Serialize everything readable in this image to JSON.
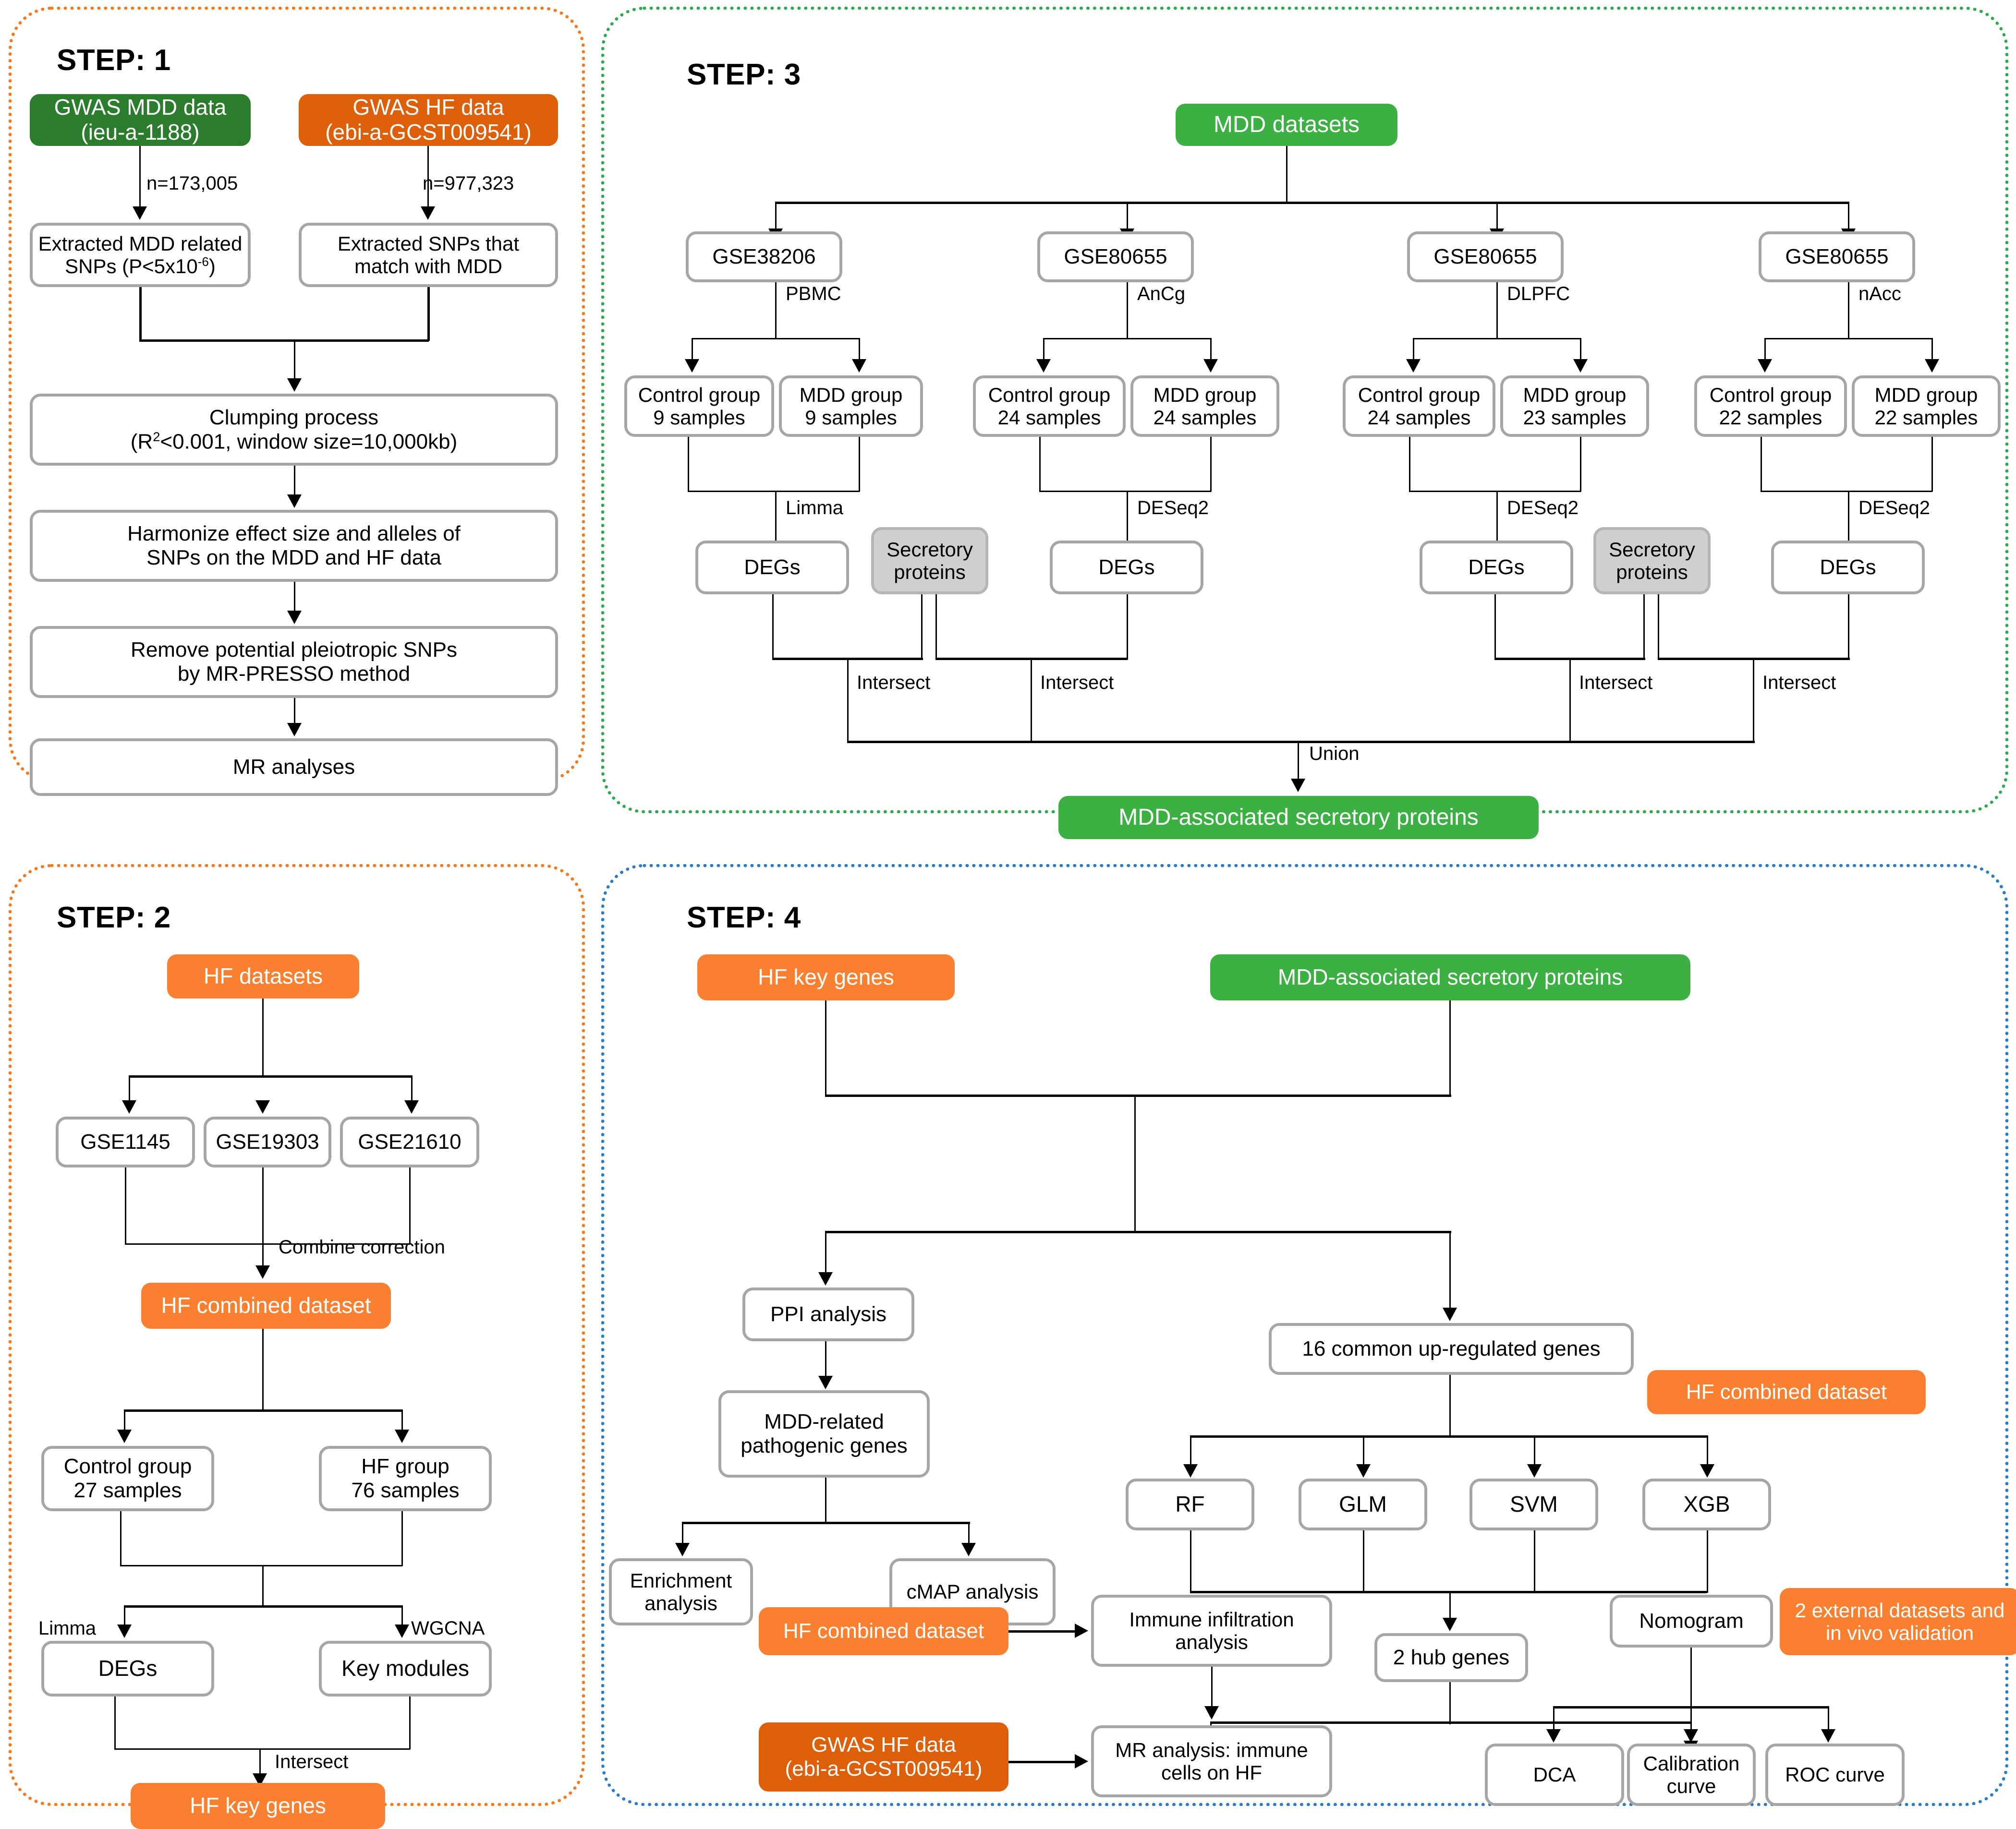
{
  "figure": {
    "type": "flowchart",
    "panels": [
      {
        "id": "step1",
        "title": "STEP: 1",
        "border_color": "#f47a20"
      },
      {
        "id": "step2",
        "title": "STEP: 2",
        "border_color": "#f47a20"
      },
      {
        "id": "step3",
        "title": "STEP: 3",
        "border_color": "#2fa84f"
      },
      {
        "id": "step4",
        "title": "STEP: 4",
        "border_color": "#2b7cc4"
      }
    ],
    "palette": {
      "green_bright": "#3cb043",
      "green_dark": "#2c7c2e",
      "orange_light": "#f98031",
      "orange_dark": "#dd5f0a",
      "gray_fill": "#cfcfcf",
      "box_border": "#a6a6a6"
    }
  },
  "step1": {
    "title": "STEP: 1",
    "gwas_mdd_line1": "GWAS MDD data",
    "gwas_mdd_line2": "(ieu-a-1188)",
    "gwas_hf_line1": "GWAS HF data",
    "gwas_hf_line2": "(ebi-a-GCST009541)",
    "n_mdd": "n=173,005",
    "n_hf": "n=977,323",
    "extract_mdd_line1": "Extracted MDD related",
    "extract_mdd_line2_pre": "SNPs (P<5x10",
    "extract_mdd_line2_sup": "-6",
    "extract_mdd_line2_post": ")",
    "extract_hf_line1": "Extracted SNPs that",
    "extract_hf_line2": "match with MDD",
    "clumping_line1": "Clumping process",
    "clumping_line2_pre": "(R",
    "clumping_line2_sup": "2",
    "clumping_line2_post": "<0.001, window size=10,000kb)",
    "harmonize_line1": "Harmonize effect size and alleles of",
    "harmonize_line2": "SNPs on the MDD and HF data",
    "pleiotropic_line1": "Remove potential pleiotropic SNPs",
    "pleiotropic_line2": "by MR-PRESSO method",
    "mr_analyses": "MR analyses"
  },
  "step2": {
    "title": "STEP: 2",
    "hf_datasets": "HF datasets",
    "gse": [
      "GSE1145",
      "GSE19303",
      "GSE21610"
    ],
    "combine_correction": "Combine correction",
    "hf_combined_dataset": "HF combined dataset",
    "control_group_line1": "Control group",
    "control_group_line2": "27 samples",
    "hf_group_line1": "HF group",
    "hf_group_line2": "76 samples",
    "limma": "Limma",
    "wgcna": "WGCNA",
    "degs": "DEGs",
    "key_modules": "Key modules",
    "intersect": "Intersect",
    "hf_key_genes": "HF key genes"
  },
  "step3": {
    "title": "STEP: 3",
    "mdd_datasets": "MDD datasets",
    "branches": [
      {
        "gse": "GSE38206",
        "tissue": "PBMC",
        "control_line1": "Control group",
        "control_line2": "9 samples",
        "case_line1": "MDD group",
        "case_line2": "9 samples",
        "method": "Limma",
        "degs": "DEGs"
      },
      {
        "gse": "GSE80655",
        "tissue": "AnCg",
        "control_line1": "Control group",
        "control_line2": "24 samples",
        "case_line1": "MDD group",
        "case_line2": "24 samples",
        "method": "DESeq2",
        "degs": "DEGs"
      },
      {
        "gse": "GSE80655",
        "tissue": "DLPFC",
        "control_line1": "Control group",
        "control_line2": "24 samples",
        "case_line1": "MDD group",
        "case_line2": "23 samples",
        "method": "DESeq2",
        "degs": "DEGs"
      },
      {
        "gse": "GSE80655",
        "tissue": "nAcc",
        "control_line1": "Control group",
        "control_line2": "22 samples",
        "case_line1": "MDD group",
        "case_line2": "22 samples",
        "method": "DESeq2",
        "degs": "DEGs"
      }
    ],
    "secretory_proteins_line1": "Secretory",
    "secretory_proteins_line2": "proteins",
    "intersect": "Intersect",
    "union": "Union",
    "mdd_secretory_proteins": "MDD-associated secretory proteins"
  },
  "step4": {
    "title": "STEP: 4",
    "hf_key_genes": "HF key genes",
    "mdd_secretory_proteins": "MDD-associated secretory proteins",
    "ppi_analysis": "PPI analysis",
    "mdd_pathogenic_line1": "MDD-related",
    "mdd_pathogenic_line2": "pathogenic genes",
    "enrichment_line1": "Enrichment",
    "enrichment_line2": "analysis",
    "cmap_analysis": "cMAP analysis",
    "common_upregulated": "16 common up-regulated genes",
    "hf_combined_dataset_ml": "HF combined dataset",
    "models": [
      "RF",
      "GLM",
      "SVM",
      "XGB"
    ],
    "hub_genes": "2 hub genes",
    "hf_combined_dataset_immune": "HF combined dataset",
    "immune_infiltration_line1": "Immune infiltration",
    "immune_infiltration_line2": "analysis",
    "gwas_hf_line1": "GWAS HF data",
    "gwas_hf_line2": "(ebi-a-GCST009541)",
    "mr_immune_line1": "MR analysis: immune",
    "mr_immune_line2": "cells on HF",
    "nomogram": "Nomogram",
    "external_validation_line1": "2 external datasets and",
    "external_validation_line2": "in vivo validation",
    "dca": "DCA",
    "calibration_line1": "Calibration",
    "calibration_line2": "curve",
    "roc_curve": "ROC curve"
  }
}
